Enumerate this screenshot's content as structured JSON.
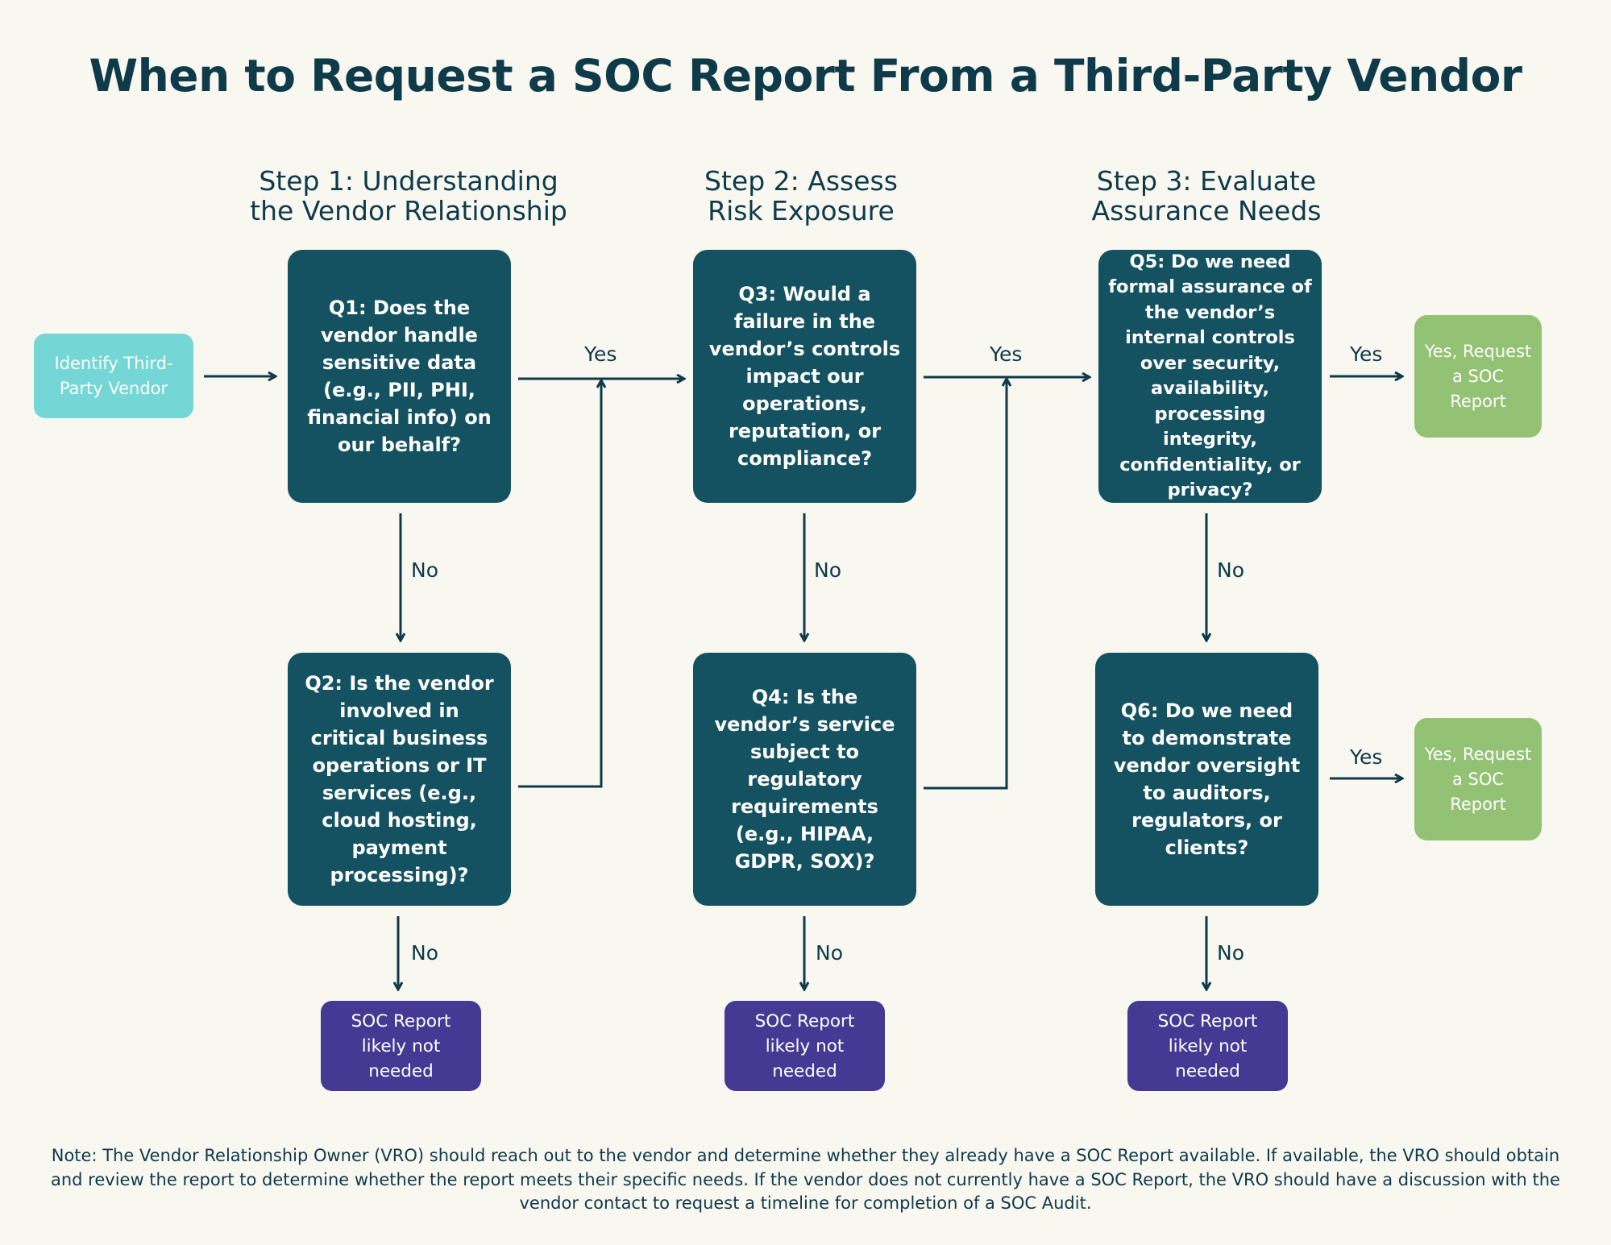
{
  "title": "When to Request a SOC Report From a Third-Party Vendor",
  "steps": [
    {
      "heading": "Step 1: Understanding\nthe Vendor Relationship"
    },
    {
      "heading": "Step 2: Assess\nRisk Exposure"
    },
    {
      "heading": "Step 3: Evaluate\nAssurance Needs"
    }
  ],
  "start_node": "Identify Third-Party Vendor",
  "questions": {
    "q1": "Q1: Does the vendor handle sensitive data (e.g., PII, PHI, financial info) on our behalf?",
    "q2": "Q2: Is the vendor involved in critical business operations or IT services (e.g., cloud hosting, payment processing)?",
    "q3": "Q3: Would a failure in the vendor’s controls impact our operations, reputation, or compliance?",
    "q4": "Q4: Is the vendor’s service subject to regulatory requirements (e.g., HIPAA, GDPR, SOX)?",
    "q5": "Q5: Do we need formal assurance of the vendor’s internal controls over security, availability, processing integrity, confidentiality, or privacy?",
    "q6": "Q6: Do we need to demonstrate vendor oversight to auditors, regulators, or clients?"
  },
  "outcomes": {
    "yes_request": "Yes, Request a SOC Report",
    "not_needed": "SOC Report likely not needed"
  },
  "edge_labels": {
    "yes": "Yes",
    "no": "No"
  },
  "colors": {
    "background": "#f8f7f0",
    "question_box": "#145262",
    "start_box": "#74d7d6",
    "yes_box": "#93c274",
    "no_box": "#453993",
    "text_dark": "#0e3a4a"
  },
  "note": "Note: The Vendor Relationship Owner (VRO) should reach out to the vendor and determine whether they already have a SOC Report available. If available, the VRO should obtain and review the report to determine whether the report meets their specific needs.  If the vendor does not currently have a SOC Report, the VRO should have a discussion with the vendor contact to request a timeline for completion of a SOC Audit."
}
